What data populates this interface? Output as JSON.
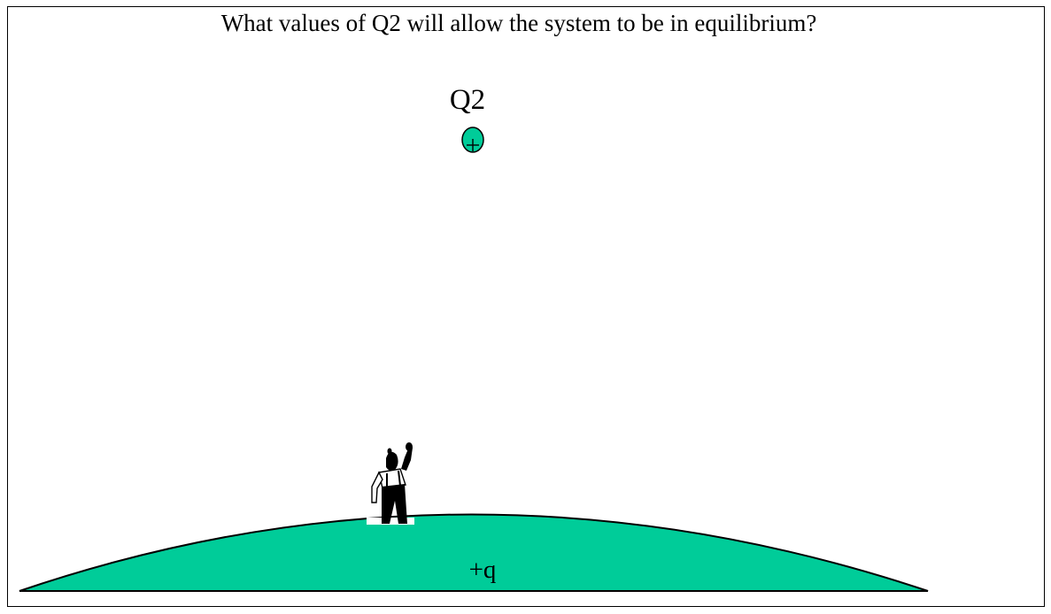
{
  "question": "What values of Q2 will allow the system to be in equilibrium?",
  "charge_q2": {
    "label": "Q2",
    "sign_icon": "plus-sign",
    "fill_color": "#00CC99"
  },
  "ground_charge": {
    "label": "+q",
    "fill_color": "#00CC99"
  },
  "figure": {
    "icon": "person-waving-icon"
  }
}
